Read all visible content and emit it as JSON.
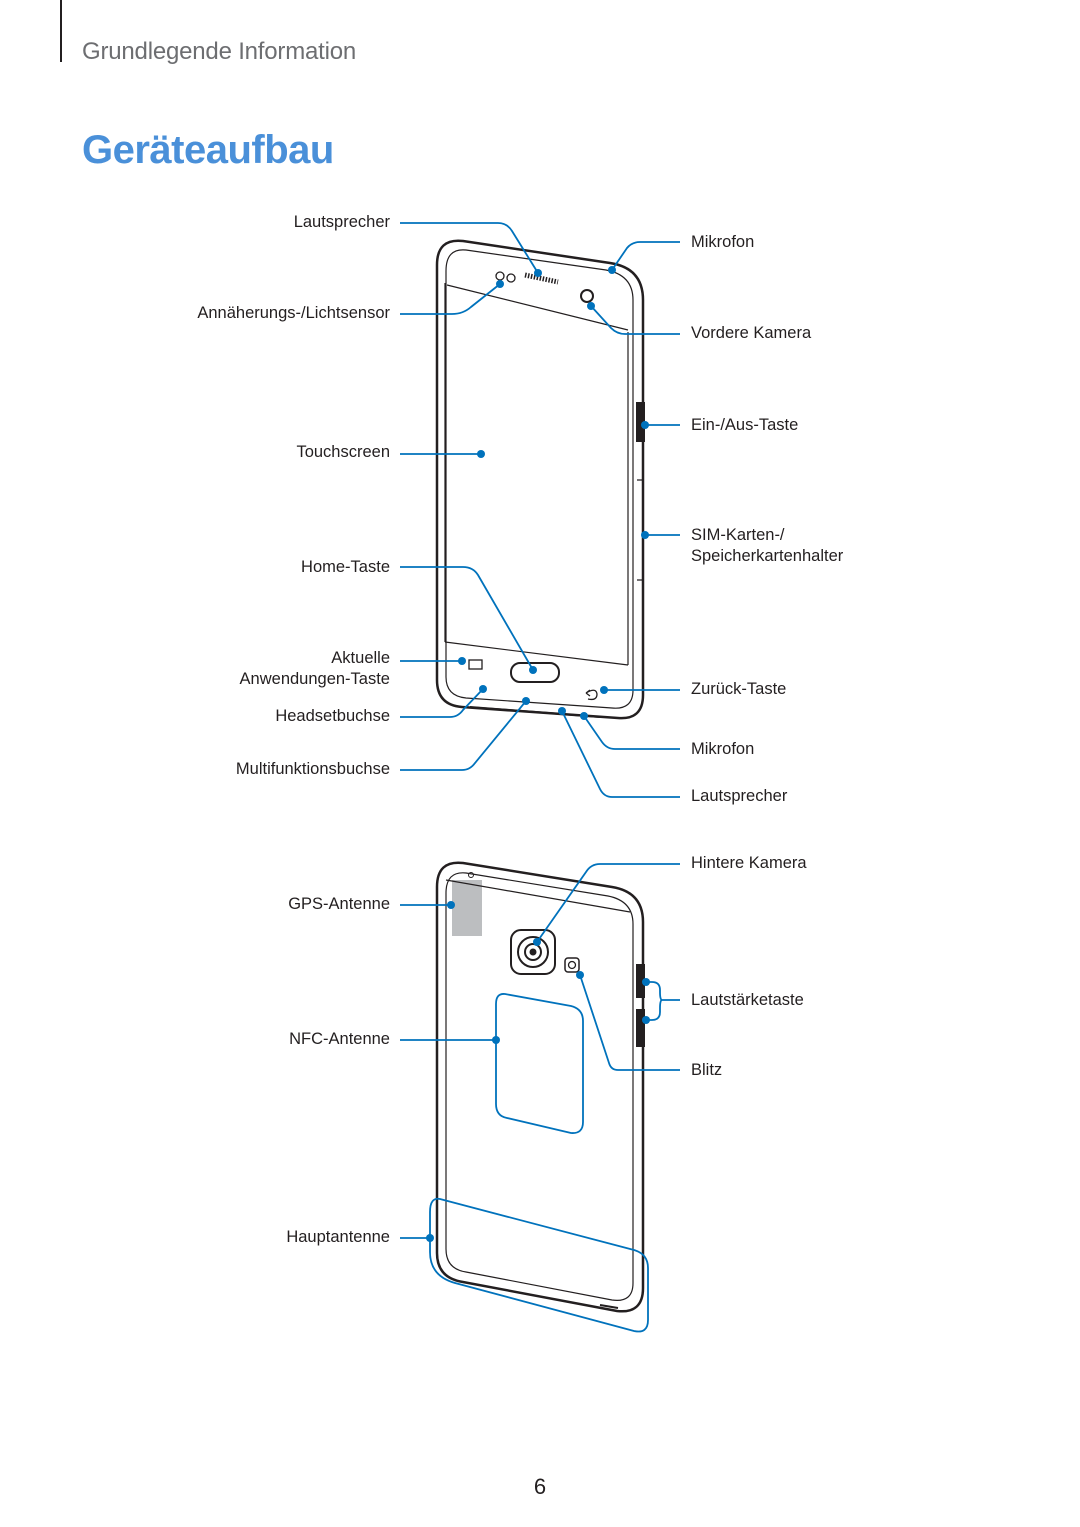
{
  "header": {
    "section": "Grundlegende Information",
    "title": "Geräteaufbau"
  },
  "front_view": {
    "left_labels": [
      "Lautsprecher",
      "Annäherungs-/Lichtsensor",
      "Touchscreen",
      "Home-Taste",
      "Aktuelle",
      "Anwendungen-Taste",
      "Headsetbuchse",
      "Multifunktionsbuchse"
    ],
    "right_labels": [
      "Mikrofon",
      "Vordere Kamera",
      "Ein-/Aus-Taste",
      "SIM-Karten-/",
      "Speicherkartenhalter",
      "Zurück-Taste",
      "Mikrofon",
      "Lautsprecher"
    ]
  },
  "back_view": {
    "left_labels": [
      "GPS-Antenne",
      "NFC-Antenne",
      "Hauptantenne"
    ],
    "right_labels": [
      "Hintere Kamera",
      "Lautstärketaste",
      "Blitz"
    ]
  },
  "colors": {
    "title": "#4a90d9",
    "callout": "#0072bc",
    "text": "#231f20",
    "section": "#6d6e71"
  },
  "footer": {
    "page_number": "6"
  }
}
